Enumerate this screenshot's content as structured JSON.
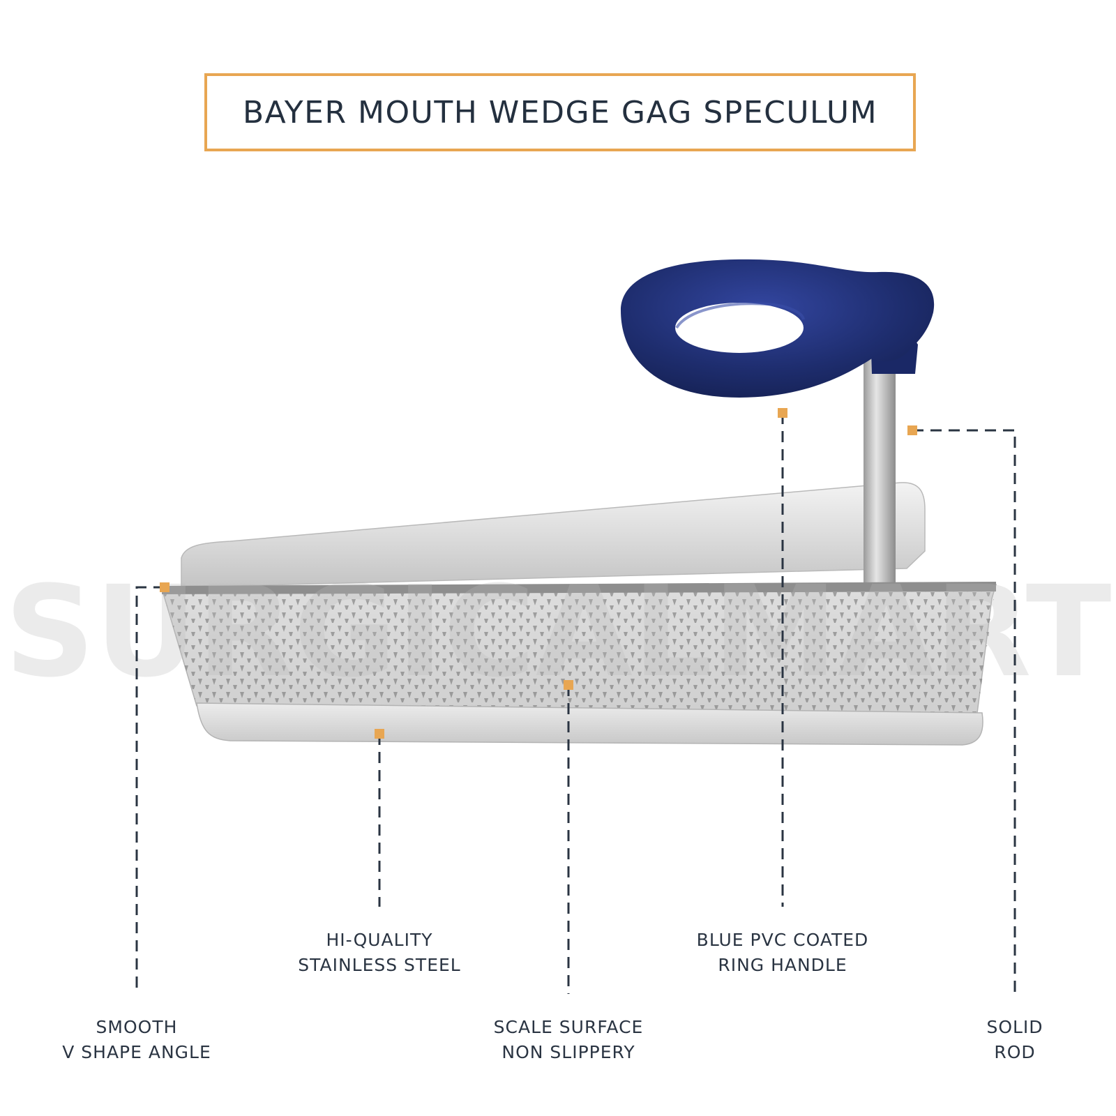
{
  "title": "BAYER MOUTH WEDGE GAG SPECULUM",
  "watermark": "SURGICALMART",
  "accent_color": "#e8a652",
  "line_color": "#2a3442",
  "handle_color": "#1e2d6e",
  "callouts": [
    {
      "id": "v-shape",
      "lines": [
        "SMOOTH",
        "V SHAPE ANGLE"
      ]
    },
    {
      "id": "steel",
      "lines": [
        "HI-QUALITY",
        "STAINLESS STEEL"
      ]
    },
    {
      "id": "scale",
      "lines": [
        "SCALE SURFACE",
        "NON SLIPPERY"
      ]
    },
    {
      "id": "handle",
      "lines": [
        "BLUE PVC COATED",
        "RING HANDLE"
      ]
    },
    {
      "id": "rod",
      "lines": [
        "SOLID",
        "ROD"
      ]
    }
  ]
}
